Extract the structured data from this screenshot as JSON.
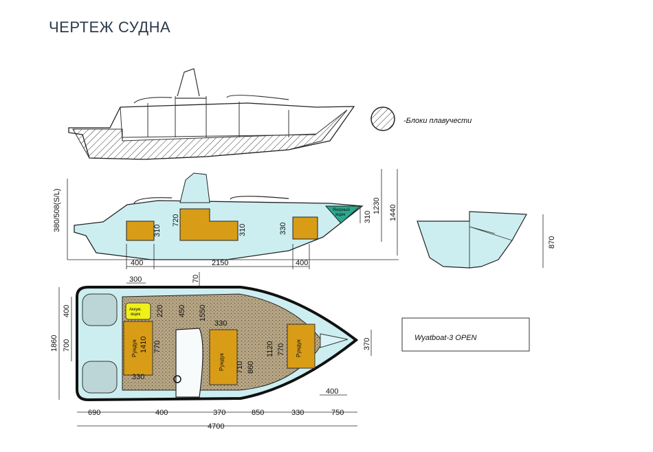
{
  "header": {
    "title": "ЧЕРТЕЖ СУДНА"
  },
  "legend": {
    "label": "-Блоки плавучести"
  },
  "model_label": "Wyatboat-3 OPEN",
  "side_view": {
    "dims": {
      "height_side": "380/508(S/L)",
      "seat_310a": "310",
      "seat_720": "720",
      "seat_310b": "310",
      "seat_330": "330",
      "bow_310": "310",
      "h_1230": "1230",
      "h_1440": "1440",
      "len_400a": "400",
      "len_2150": "2150",
      "len_400b": "400"
    },
    "anchor_locker": [
      "Якорный",
      "ящик"
    ]
  },
  "front_view": {
    "dims": {
      "h_870": "870"
    }
  },
  "plan_view": {
    "dims": {
      "top_300": "300",
      "top_70": "70",
      "left_400": "400",
      "left_700": "700",
      "left_1860": "1860",
      "v_220": "220",
      "v_450": "450",
      "v_1550": "1550",
      "v_330": "330",
      "v_1410": "1410",
      "v_770": "770",
      "v_710": "710",
      "v_860": "860",
      "v_1120": "1120",
      "v_770b": "770",
      "h_330": "330",
      "bow_370": "370",
      "bow_400": "400",
      "b_690": "690",
      "b_400": "400",
      "b_370": "370",
      "b_850": "850",
      "b_330": "330",
      "b_750": "750",
      "total_4700": "4700"
    },
    "labels": {
      "box": [
        "Аккум.",
        "ящик"
      ],
      "rundu1": "Рундук",
      "rundu2": "Рундук",
      "rundu3": "Рундук"
    }
  }
}
